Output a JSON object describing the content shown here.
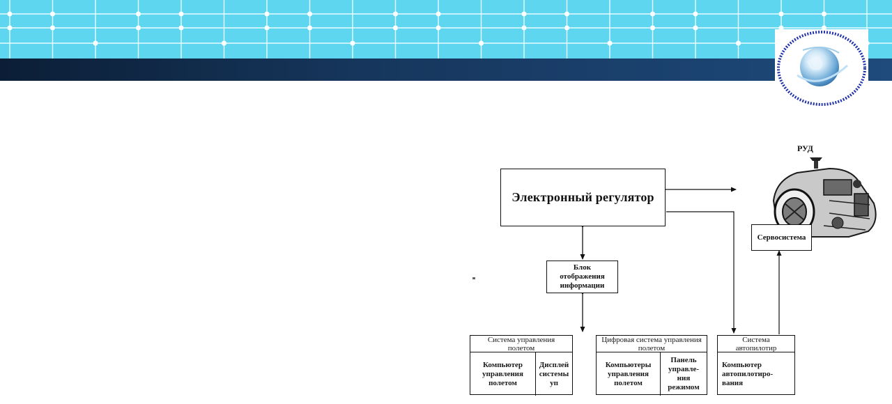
{
  "diagram": {
    "regulator": "Электронный регулятор",
    "display_unit": "Блок отображения информации",
    "servo": "Сервосистема",
    "rud": "РУД",
    "fms": {
      "title": "Система управления полетом",
      "left": "Компьютер управления полетом",
      "right": "Дисплей системы уп"
    },
    "digital": {
      "title": "Цифровая система управления полетом",
      "left": "Компьютеры управления полетом",
      "right": "Панель управле-ния режимом"
    },
    "autopilot": {
      "title": "Система автопилотир",
      "body": "Компьютер автопилотиро-вания"
    }
  },
  "colors": {
    "header_grid": "#5ed6f0",
    "header_bar": "#16365c",
    "line": "#111111"
  },
  "icons": {
    "logo": "globe-icon",
    "engine": "engine-icon"
  }
}
